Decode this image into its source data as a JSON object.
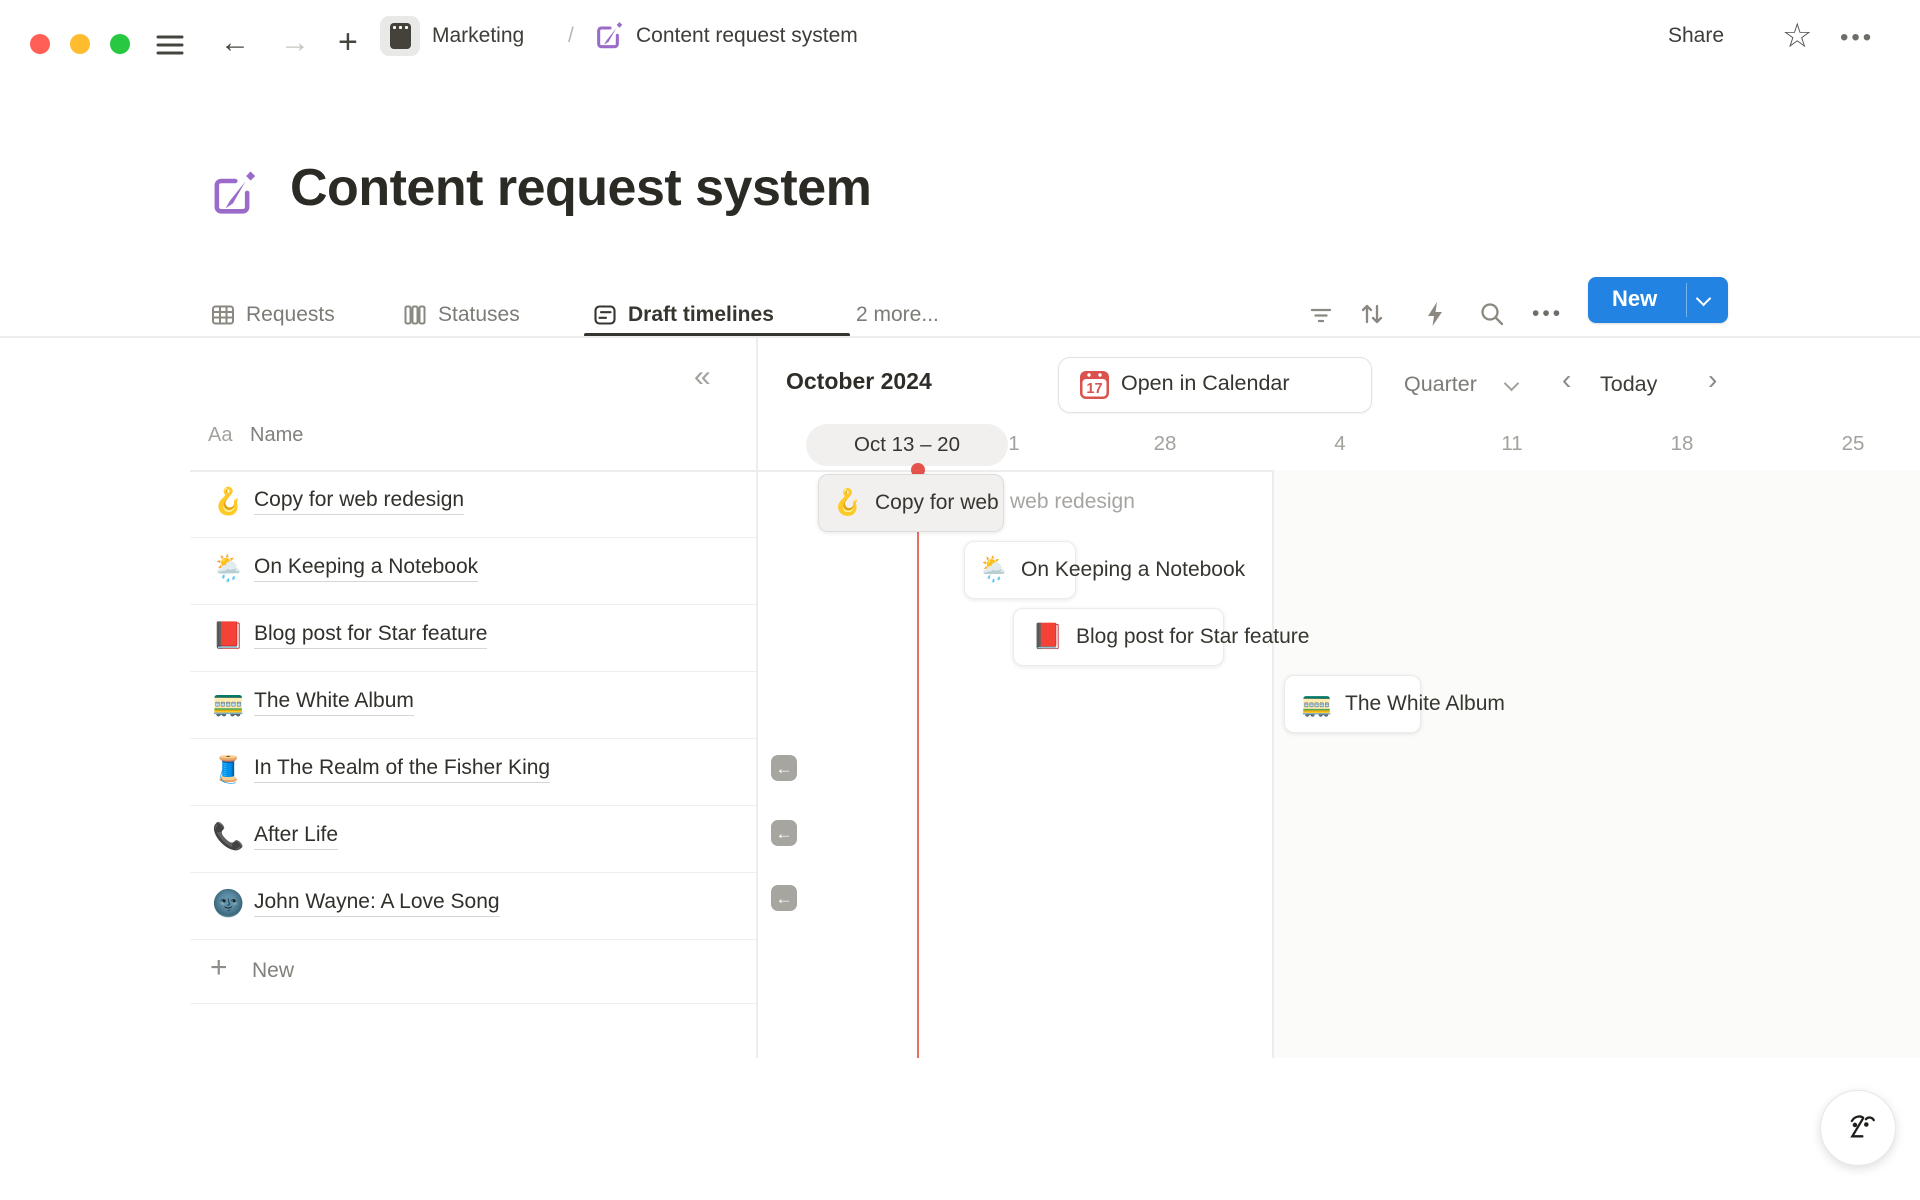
{
  "colors": {
    "accent_blue": "#2383e2",
    "today_red": "#e5534a",
    "icon_purple": "#9a6bc9",
    "calendar_red": "#d9534f"
  },
  "topbar": {
    "breadcrumb": {
      "workspace": "Marketing",
      "separator": "/",
      "page": "Content request system"
    },
    "share_label": "Share"
  },
  "page": {
    "title": "Content request system"
  },
  "view_tabs": {
    "items": [
      {
        "label": "Requests"
      },
      {
        "label": "Statuses"
      },
      {
        "label": "Draft timelines"
      },
      {
        "label": "2 more..."
      }
    ],
    "new_button_label": "New"
  },
  "table": {
    "collapse_glyph": "«",
    "name_column": {
      "type_glyph": "Aa",
      "label": "Name"
    },
    "rows": [
      {
        "emoji": "🪝",
        "title": "Copy for web redesign"
      },
      {
        "emoji": "🌦️",
        "title": "On Keeping a Notebook"
      },
      {
        "emoji": "📕",
        "title": "Blog post for Star feature"
      },
      {
        "emoji": "🚃",
        "title": "The White Album"
      },
      {
        "emoji": "🧵",
        "title": "In The Realm of the Fisher King"
      },
      {
        "emoji": "📞",
        "title": "After Life"
      },
      {
        "emoji": "🌚",
        "title": "John Wayne: A Love Song"
      }
    ],
    "new_row_label": "New"
  },
  "timeline": {
    "month_label": "October 2024",
    "open_in_calendar": {
      "label": "Open in Calendar",
      "calendar_day": "17"
    },
    "zoom_select": {
      "value": "Quarter"
    },
    "nav": {
      "prev": "‹",
      "today": "Today",
      "next": "›"
    },
    "range_pill": "Oct 13 – 20",
    "ticks": [
      "1",
      "28",
      "4",
      "11",
      "18",
      "25"
    ],
    "bars": [
      {
        "emoji": "🪝",
        "title": "Copy for web redesign",
        "overflow_text": "web redesign"
      },
      {
        "emoji": "🌦️",
        "title": "On Keeping a Notebook"
      },
      {
        "emoji": "📕",
        "title": "Blog post for Star feature"
      },
      {
        "emoji": "🚃",
        "title": "The White Album"
      }
    ]
  }
}
